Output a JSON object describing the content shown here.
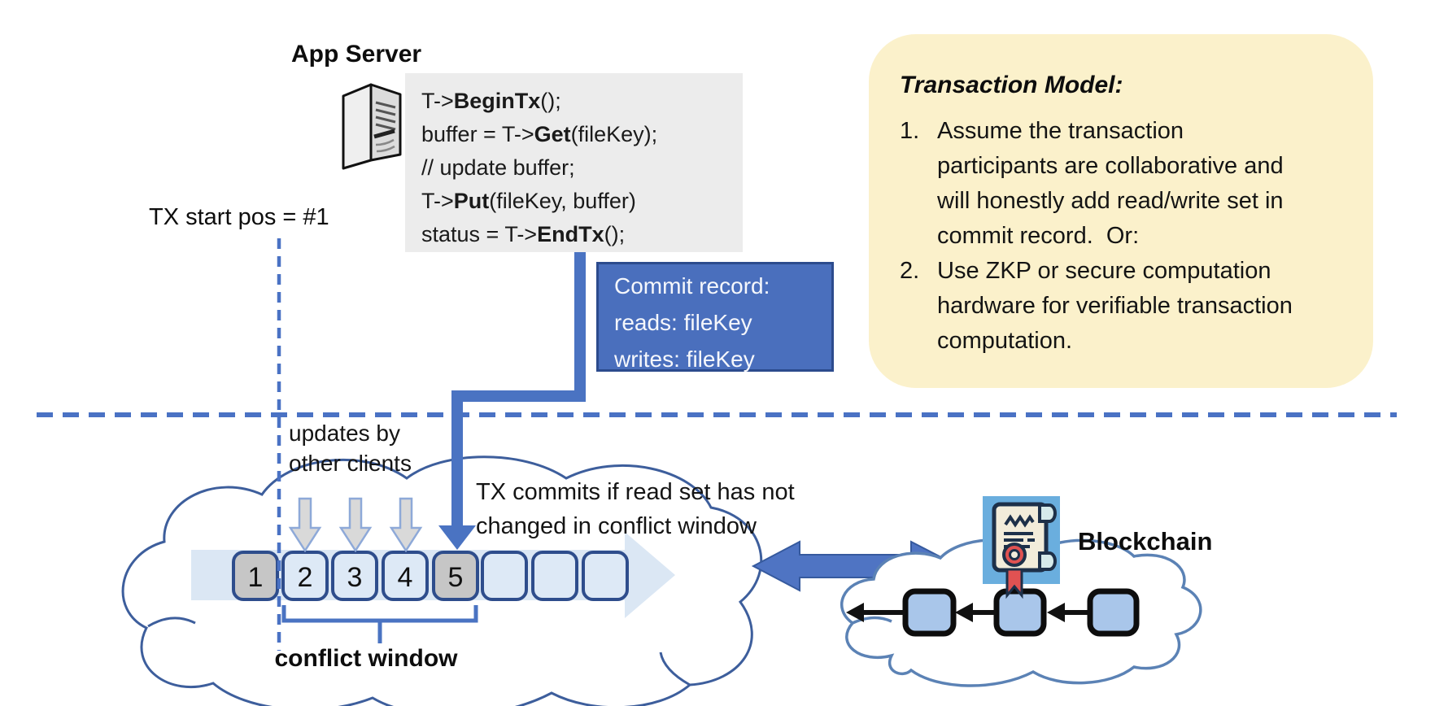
{
  "header": {
    "app_server_label": "App Server"
  },
  "tx_start_label": "TX start pos = #1",
  "code_panel": {
    "lines": [
      {
        "pre": "T->",
        "kw": "BeginTx",
        "post": "();"
      },
      {
        "pre": "buffer = T->",
        "kw": "Get",
        "post": "(fileKey);"
      },
      {
        "pre": "// update buffer;",
        "kw": "",
        "post": ""
      },
      {
        "pre": "T->",
        "kw": "Put",
        "post": "(fileKey, buffer)"
      },
      {
        "pre": "status = T->",
        "kw": "EndTx",
        "post": "();"
      }
    ]
  },
  "commit_record": {
    "line1": "Commit record:",
    "line2": "reads: fileKey",
    "line3": "writes: fileKey"
  },
  "transaction_model": {
    "title": "Transaction Model:",
    "items": [
      {
        "num": "1.",
        "text": "Assume the transaction participants are collaborative and will honestly add read/write set in commit record.  Or:"
      },
      {
        "num": "2.",
        "text": "Use ZKP or secure computation hardware for verifiable transaction computation."
      }
    ]
  },
  "timeline": {
    "blocks": [
      "1",
      "2",
      "3",
      "4",
      "5",
      "",
      "",
      ""
    ],
    "updates_label_line1": "updates by",
    "updates_label_line2": "other clients",
    "commits_note_line1": "TX commits if read set has not",
    "commits_note_line2": "changed in conflict window",
    "conflict_window_label": "conflict window"
  },
  "blockchain": {
    "label": "Blockchain"
  },
  "colors": {
    "accent_blue": "#4a72c4",
    "elbow_blue": "#4a73c2",
    "navy_border": "#2e4d8c",
    "commit_fill": "#4a6fbd",
    "note_yellow": "#fbf1cb",
    "code_gray": "#ececec",
    "box_gray": "#c6c6c6",
    "box_blue": "#dde9f6",
    "band_blue": "#dbe7f4",
    "cloud_stroke": "#3d5e9c",
    "chain_cloud_stroke": "#5b82b5",
    "chain_block": "#a9c6ea",
    "update_arrow_gray": "#d9d9d9",
    "icon_bg": "#6aaede",
    "icon_paper": "#f2ecda",
    "icon_seal_red": "#e05252"
  }
}
